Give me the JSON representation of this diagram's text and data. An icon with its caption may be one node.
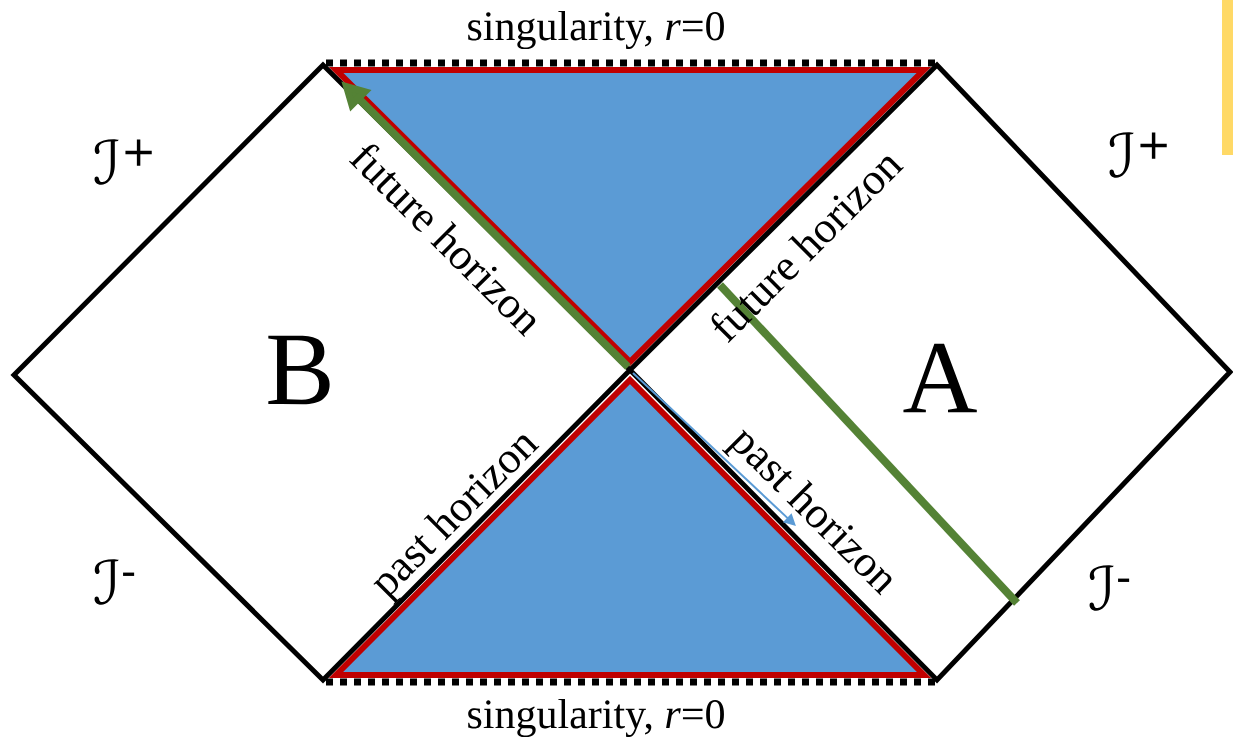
{
  "diagram": {
    "nodes": [
      {
        "text": [
          "B"
        ]
      },
      {
        "text": [
          "A"
        ]
      }
    ],
    "labels": [
      "singularity, *r*=0",
      "singularity, *r*=0",
      "future horizon",
      "future horizon",
      "past horizon",
      "past horizon",
      "ℐ$^{+}$",
      "ℐ$^{-}$",
      "ℐ$^{+}$",
      "ℐ$^{-}$"
    ]
  }
}
